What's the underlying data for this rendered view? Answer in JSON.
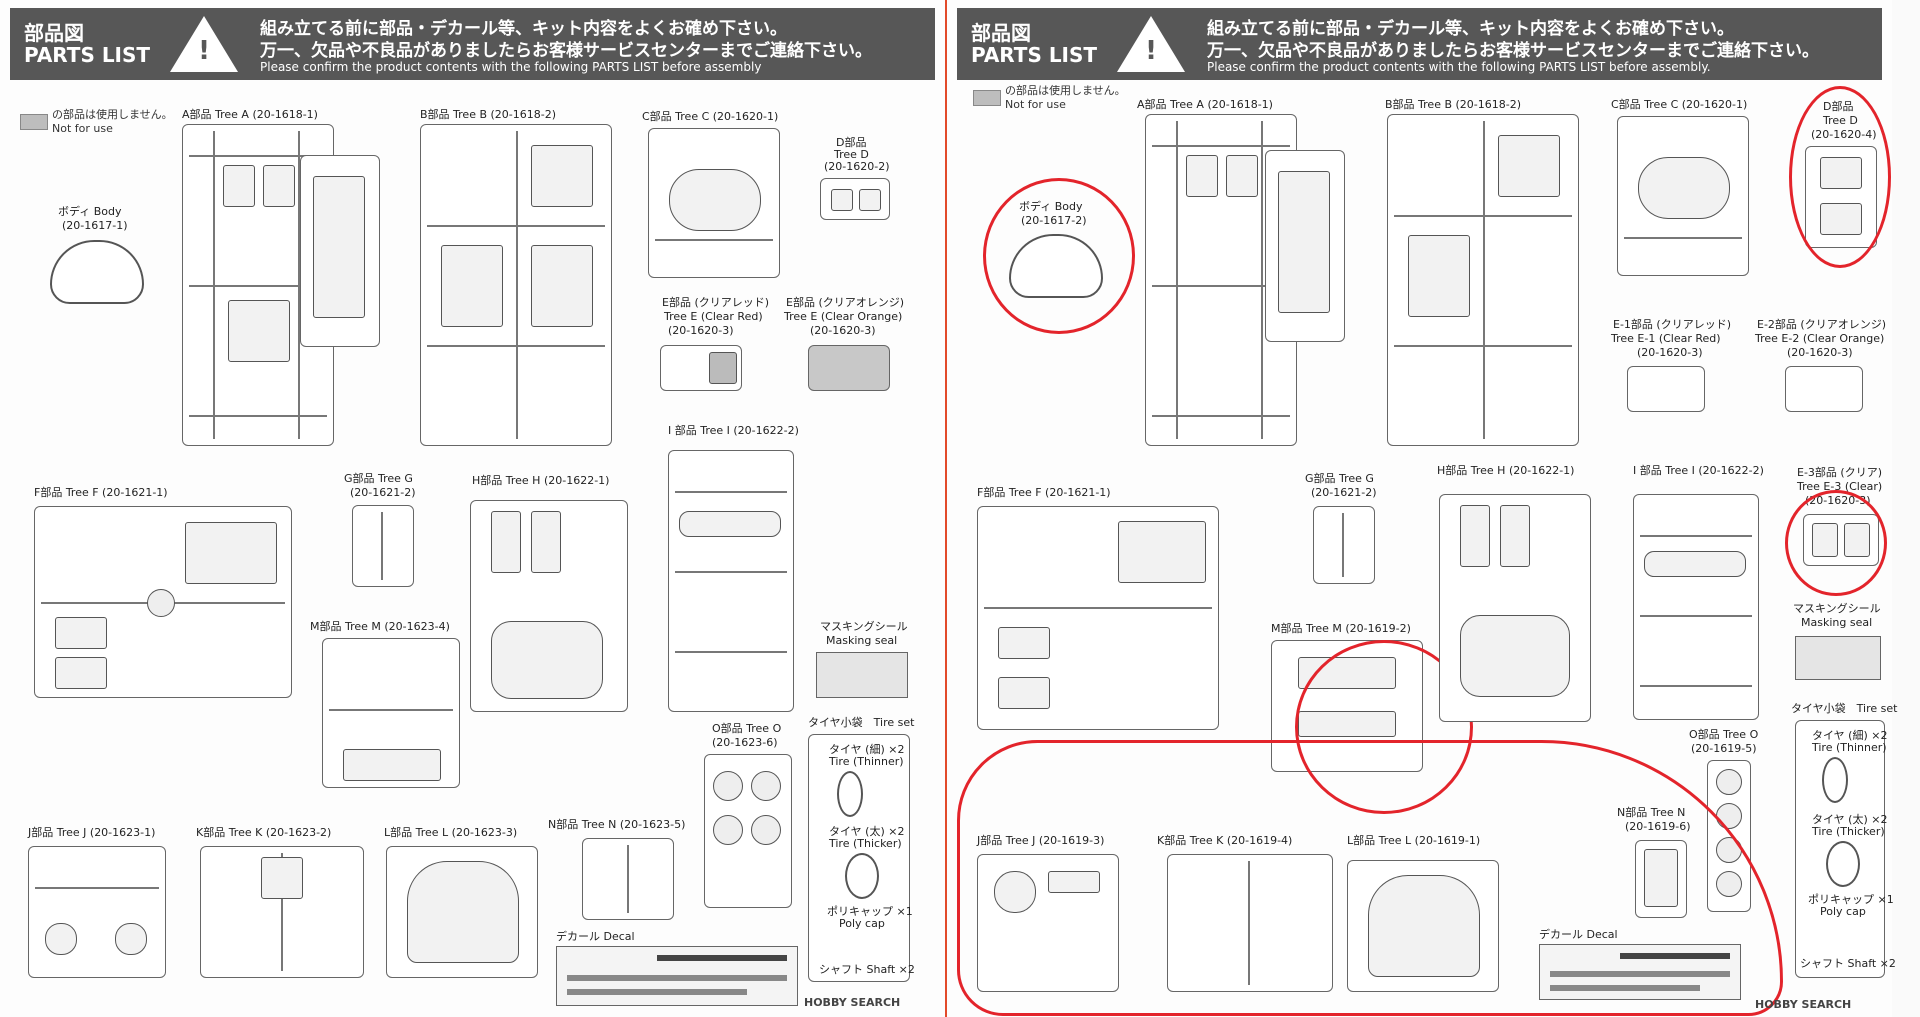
{
  "header": {
    "title_jp": "部品図",
    "title_en": "PARTS LIST",
    "warning_jp_1": "組み立てる前に部品・デカール等、キット内容をよくお確め下さい。",
    "warning_jp_2": "万一、欠品や不良品がありましたらお客様サービスセンターまでご連絡下さい。",
    "warning_en_left": "Please confirm the product contents with the following PARTS LIST before assembly",
    "warning_en_right": "Please confirm the product contents with the following PARTS LIST before assembly."
  },
  "not_for_use": {
    "jp": "の部品は使用しません。",
    "en": "Not for use"
  },
  "left": {
    "body": {
      "jp": "ボディ Body",
      "code": "(20-1617-1)"
    },
    "tree_a": "A部品 Tree A (20-1618-1)",
    "tree_b": "B部品 Tree B (20-1618-2)",
    "tree_c": "C部品 Tree C (20-1620-1)",
    "tree_d": {
      "jp": "D部品",
      "en": "Tree D",
      "code": "(20-1620-2)"
    },
    "tree_e_red": {
      "jp": "E部品 (クリアレッド)",
      "en": "Tree E (Clear Red)",
      "code": "(20-1620-3)"
    },
    "tree_e_orange": {
      "jp": "E部品 (クリアオレンジ)",
      "en": "Tree E (Clear Orange)",
      "code": "(20-1620-3)"
    },
    "tree_f": "F部品 Tree F (20-1621-1)",
    "tree_g": {
      "jp": "G部品 Tree G",
      "code": "(20-1621-2)"
    },
    "tree_h": "H部品 Tree H (20-1622-1)",
    "tree_i": "I 部品 Tree I (20-1622-2)",
    "tree_m": "M部品 Tree M (20-1623-4)",
    "masking": {
      "jp": "マスキングシール",
      "en": "Masking seal"
    },
    "tire_bag": "タイヤ小袋　Tire set",
    "tree_o": {
      "jp": "O部品 Tree O",
      "code": "(20-1623-6)"
    },
    "tire_thin": {
      "jp": "タイヤ (細) ×2",
      "en": "Tire (Thinner)"
    },
    "tire_thick": {
      "jp": "タイヤ (太) ×2",
      "en": "Tire (Thicker)"
    },
    "poly_cap": {
      "jp": "ポリキャップ ×1",
      "en": "Poly cap"
    },
    "shaft": "シャフト Shaft ×2",
    "tree_j": "J部品 Tree J (20-1623-1)",
    "tree_k": "K部品 Tree K (20-1623-2)",
    "tree_l": "L部品 Tree L (20-1623-3)",
    "tree_n": "N部品 Tree N (20-1623-5)",
    "decal": "デカール Decal"
  },
  "right": {
    "body": {
      "jp": "ボディ Body",
      "code": "(20-1617-2)"
    },
    "tree_a": "A部品 Tree A (20-1618-1)",
    "tree_b": "B部品 Tree B (20-1618-2)",
    "tree_c": "C部品 Tree C (20-1620-1)",
    "tree_d": {
      "jp": "D部品",
      "en": "Tree D",
      "code": "(20-1620-4)"
    },
    "tree_e1": {
      "jp": "E-1部品 (クリアレッド)",
      "en": "Tree E-1 (Clear Red)",
      "code": "(20-1620-3)"
    },
    "tree_e2": {
      "jp": "E-2部品 (クリアオレンジ)",
      "en": "Tree E-2 (Clear Orange)",
      "code": "(20-1620-3)"
    },
    "tree_e3": {
      "jp": "E-3部品 (クリア)",
      "en": "Tree E-3 (Clear)",
      "code": "(20-1620-3)"
    },
    "tree_f": "F部品 Tree F (20-1621-1)",
    "tree_g": {
      "jp": "G部品 Tree G",
      "code": "(20-1621-2)"
    },
    "tree_h": "H部品 Tree H (20-1622-1)",
    "tree_i": "I 部品 Tree I (20-1622-2)",
    "tree_m": "M部品 Tree M (20-1619-2)",
    "masking": {
      "jp": "マスキングシール",
      "en": "Masking seal"
    },
    "tire_bag": "タイヤ小袋　Tire set",
    "tree_o": {
      "jp": "O部品 Tree O",
      "code": "(20-1619-5)"
    },
    "tree_n": {
      "jp": "N部品 Tree N",
      "code": "(20-1619-6)"
    },
    "tire_thin": {
      "jp": "タイヤ (細) ×2",
      "en": "Tire (Thinner)"
    },
    "tire_thick": {
      "jp": "タイヤ (太) ×2",
      "en": "Tire (Thicker)"
    },
    "poly_cap": {
      "jp": "ポリキャップ ×1",
      "en": "Poly cap"
    },
    "shaft": "シャフト Shaft ×2",
    "tree_j": "J部品 Tree J (20-1619-3)",
    "tree_k": "K部品 Tree K (20-1619-4)",
    "tree_l": "L部品 Tree L (20-1619-1)",
    "decal": "デカール Decal"
  },
  "watermark": "HOBBY SEARCH",
  "colors": {
    "header_bg": "#575757",
    "annotation": "#e3242b",
    "not_for_use_gray": "#bdbdbd"
  }
}
